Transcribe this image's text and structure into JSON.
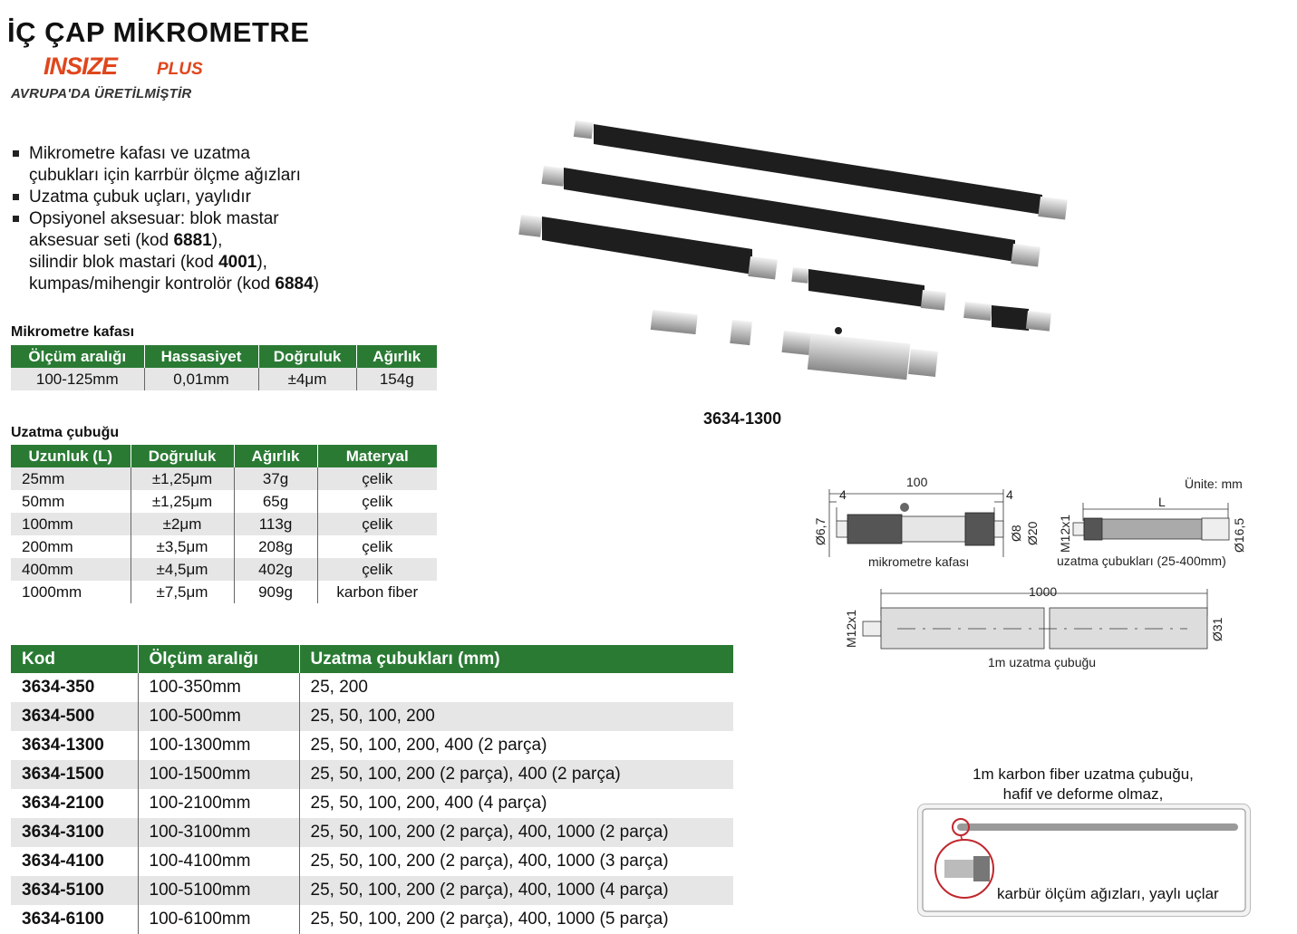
{
  "header": {
    "title": "İÇ ÇAP MİKROMETRE",
    "brand": "INSIZE",
    "brand_suffix": "PLUS",
    "made_in": "AVRUPA'DA ÜRETİLMİŞTİR"
  },
  "features": [
    {
      "pre": "Mikrometre kafası ve uzatma",
      "bold": "",
      "post": ""
    },
    {
      "pre": "çubukları için karrbür ölçme ağızları",
      "bold": "",
      "post": "",
      "cont": true
    },
    {
      "pre": "Uzatma çubuk uçları, yaylıdır",
      "bold": "",
      "post": ""
    },
    {
      "pre": "Opsiyonel aksesuar: blok mastar",
      "bold": "",
      "post": ""
    },
    {
      "pre": "aksesuar seti (kod ",
      "bold": "6881",
      "post": "),",
      "cont": true
    },
    {
      "pre": "silindir blok mastari (kod ",
      "bold": "4001",
      "post": "),",
      "cont": true
    },
    {
      "pre": "kumpas/mihengir kontrolör (kod ",
      "bold": "6884",
      "post": ")",
      "cont": true
    }
  ],
  "micrometer_head": {
    "title": "Mikrometre kafası",
    "headers": [
      "Ölçüm aralığı",
      "Hassasiyet",
      "Doğruluk",
      "Ağırlık"
    ],
    "rows": [
      [
        "100-125mm",
        "0,01mm",
        "±4μm",
        "154g"
      ]
    ]
  },
  "extension_rod": {
    "title": "Uzatma çubuğu",
    "headers": [
      "Uzunluk (L)",
      "Doğruluk",
      "Ağırlık",
      "Materyal"
    ],
    "rows": [
      [
        "25mm",
        "±1,25μm",
        "37g",
        "çelik"
      ],
      [
        "50mm",
        "±1,25μm",
        "65g",
        "çelik"
      ],
      [
        "100mm",
        "±2μm",
        "113g",
        "çelik"
      ],
      [
        "200mm",
        "±3,5μm",
        "208g",
        "çelik"
      ],
      [
        "400mm",
        "±4,5μm",
        "402g",
        "çelik"
      ],
      [
        "1000mm",
        "±7,5μm",
        "909g",
        "karbon fiber"
      ]
    ]
  },
  "models": {
    "headers": [
      "Kod",
      "Ölçüm aralığı",
      "Uzatma çubukları (mm)"
    ],
    "rows": [
      [
        "3634-350",
        "100-350mm",
        "25, 200"
      ],
      [
        "3634-500",
        "100-500mm",
        "25, 50, 100, 200"
      ],
      [
        "3634-1300",
        "100-1300mm",
        "25, 50, 100, 200, 400 (2 parça)"
      ],
      [
        "3634-1500",
        "100-1500mm",
        "25, 50, 100, 200 (2 parça), 400 (2 parça)"
      ],
      [
        "3634-2100",
        "100-2100mm",
        "25, 50, 100, 200, 400 (4 parça)"
      ],
      [
        "3634-3100",
        "100-3100mm",
        "25, 50, 100, 200 (2 parça), 400, 1000 (2 parça)"
      ],
      [
        "3634-4100",
        "100-4100mm",
        "25, 50, 100, 200 (2 parça), 400, 1000 (3 parça)"
      ],
      [
        "3634-5100",
        "100-5100mm",
        "25, 50, 100, 200 (2 parça), 400, 1000 (4 parça)"
      ],
      [
        "3634-6100",
        "100-6100mm",
        "25, 50, 100, 200 (2 parça), 400, 1000 (5 parça)"
      ]
    ]
  },
  "product": {
    "caption": "3634-1300"
  },
  "drawings": {
    "unit": "Ünite: mm",
    "head_len": "100",
    "head_gap_left": "4",
    "head_gap_right": "4",
    "head_d_left": "Ø6,7",
    "head_d8": "Ø8",
    "head_d20": "Ø20",
    "head_caption": "mikrometre kafası",
    "rod_L": "L",
    "rod_thread": "M12x1",
    "rod_d": "Ø16,5",
    "rod_caption": "uzatma çubukları (25-400mm)",
    "long_len": "1000",
    "long_thread": "M12x1",
    "long_d": "Ø31",
    "long_caption": "1m uzatma çubuğu"
  },
  "carbon": {
    "line1": "1m karbon fiber uzatma çubuğu,",
    "line2": "hafif ve deforme olmaz,",
    "tips": "karbür ölçüm ağızları, yaylı uçlar"
  }
}
